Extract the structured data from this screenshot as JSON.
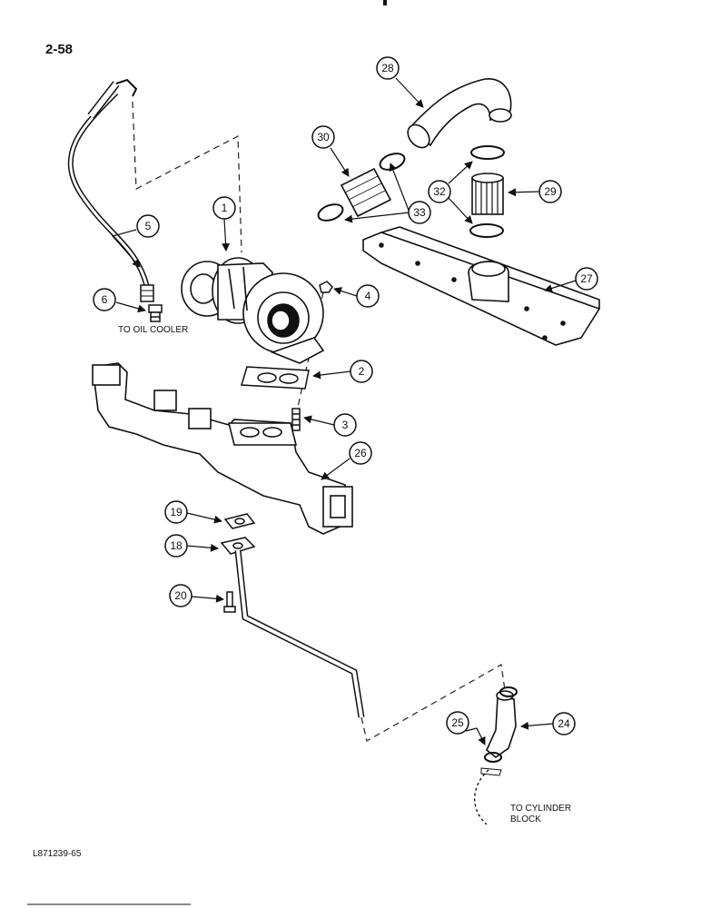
{
  "page": {
    "number": "2-58",
    "figure_code": "L871239-65"
  },
  "notes": {
    "to_oil_cooler": "TO OIL COOLER",
    "to_cylinder_block_l1": "TO CYLINDER",
    "to_cylinder_block_l2": "BLOCK"
  },
  "callouts": [
    "1",
    "2",
    "3",
    "4",
    "5",
    "6",
    "18",
    "19",
    "20",
    "24",
    "25",
    "26",
    "27",
    "28",
    "29",
    "30",
    "32",
    "33"
  ]
}
